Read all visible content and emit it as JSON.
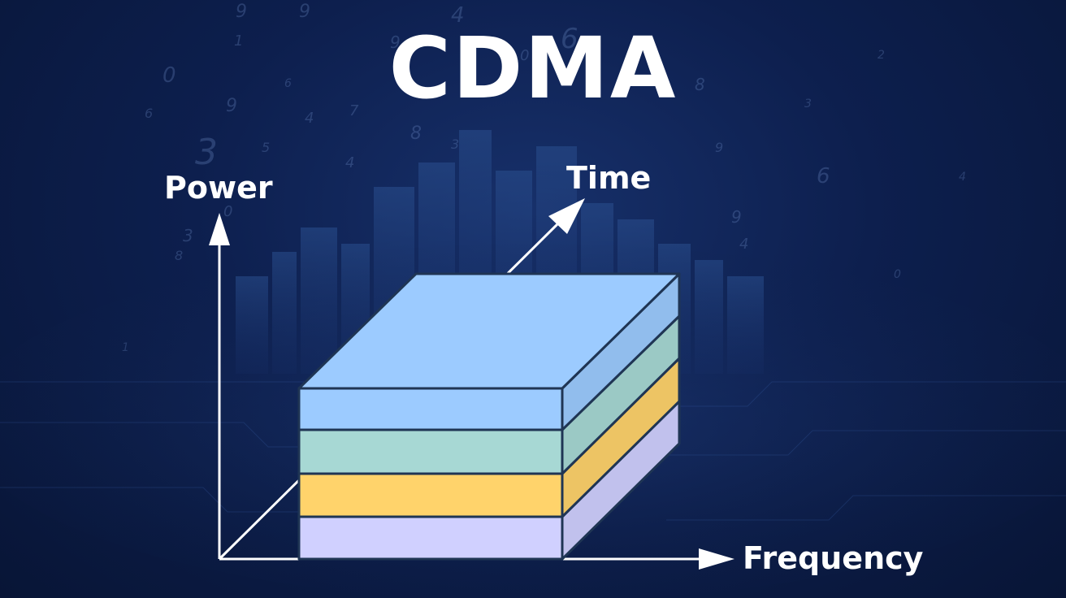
{
  "title": "CDMA",
  "axes": {
    "vertical": "Power",
    "horizontal": "Frequency",
    "depth": "Time"
  },
  "colors": {
    "background": "#0d1f4e",
    "axis": "#ffffff",
    "block_outline": "#1f3554",
    "layer_1_top": "#9ccbff",
    "layer_2": "#a7d8d4",
    "layer_3": "#ffd36b",
    "layer_4_bottom": "#d0d0ff"
  },
  "background_digits": [
    "9",
    "9",
    "4",
    "6",
    "1",
    "0",
    "9",
    "8",
    "9",
    "7",
    "4",
    "3",
    "5",
    "9",
    "4",
    "6",
    "8",
    "3",
    "0",
    "3",
    "9",
    "4",
    "6",
    "0",
    "9",
    "6",
    "3",
    "2",
    "8",
    "0",
    "1",
    "4"
  ]
}
